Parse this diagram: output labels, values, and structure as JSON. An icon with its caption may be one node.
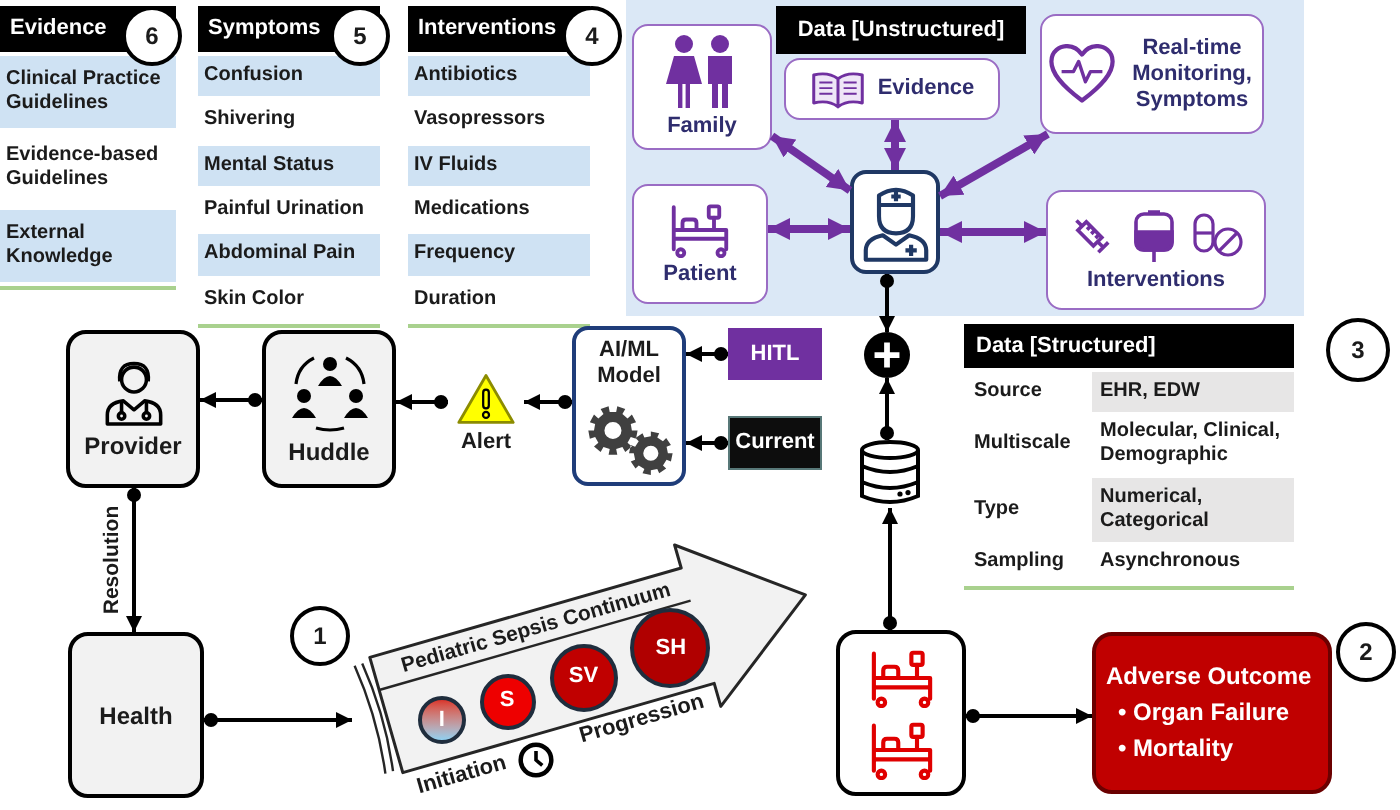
{
  "diagram": {
    "nodes": [
      {
        "text": [
          "Evidence",
          "6",
          "Clinical Practice Guidelines",
          "Evidence-based Guidelines",
          "External Knowledge"
        ]
      },
      {
        "text": [
          "Symptoms",
          "5",
          "Confusion",
          "Shivering",
          "Mental Status",
          "Painful Urination",
          "Abdominal Pain",
          "Skin Color"
        ]
      },
      {
        "text": [
          "Interventions",
          "4",
          "Antibiotics",
          "Vasopressors",
          "IV Fluids",
          "Medications",
          "Frequency",
          "Duration"
        ]
      },
      {
        "text": [
          "Data [Unstructured]"
        ]
      },
      {
        "text": [
          "Family"
        ],
        "in": 3
      },
      {
        "text": [
          "Evidence"
        ],
        "in": 3
      },
      {
        "text": [
          "Real-time Monitoring, Symptoms"
        ],
        "in": 3
      },
      {
        "text": [
          "Patient"
        ],
        "in": 3
      },
      {
        "text": [],
        "shape": "picture",
        "in": 3
      },
      {
        "text": [
          "Interventions"
        ],
        "in": 3
      },
      {
        "text": [
          "Provider"
        ]
      },
      {
        "text": [
          "Huddle"
        ]
      },
      {
        "text": [
          "Alert"
        ]
      },
      {
        "text": [
          "AI/ML Model"
        ]
      },
      {
        "text": [
          "HITL"
        ]
      },
      {
        "text": [],
        "shape": "circle"
      },
      {
        "text": [
          "Current"
        ]
      },
      {
        "text": [],
        "shape": "cylinder"
      },
      {
        "text": [
          "Data [Structured]",
          "Source",
          "EHR, EDW",
          "Multiscale",
          "Molecular, Clinical, Demographic",
          "Type",
          "Numerical, Categorical",
          "Sampling",
          "Asynchronous"
        ],
        "beside": [
          "3"
        ]
      },
      {
        "text": [
          "Health"
        ]
      },
      {
        "text": [
          "Pediatric Sepsis Continuum",
          "Initiation",
          "Progression"
        ],
        "beside": [
          "1"
        ]
      },
      {
        "text": [
          "I"
        ],
        "in": 20
      },
      {
        "text": [
          "S"
        ],
        "in": 20
      },
      {
        "text": [
          "SV"
        ],
        "in": 20
      },
      {
        "text": [
          "SH"
        ],
        "in": 20
      },
      {
        "text": [],
        "shape": "picture"
      },
      {
        "text": [
          "Adverse Outcome",
          "• Organ Failure",
          "• Mortality"
        ],
        "beside": [
          "2"
        ]
      }
    ],
    "edges": [
      {
        "from": 4,
        "to": 8,
        "arrow": "both",
        "style": "thick",
        "color": "#7030a0"
      },
      {
        "from": 5,
        "to": 8,
        "arrow": "both",
        "style": "thick",
        "color": "#7030a0"
      },
      {
        "from": 6,
        "to": 8,
        "arrow": "both",
        "style": "thick",
        "color": "#7030a0"
      },
      {
        "from": 7,
        "to": 8,
        "arrow": "both",
        "style": "thick",
        "color": "#7030a0"
      },
      {
        "from": 9,
        "to": 8,
        "arrow": "both",
        "style": "thick",
        "color": "#7030a0"
      },
      {
        "from": 8,
        "to": 15,
        "arrow": "to"
      },
      {
        "from": 17,
        "to": 15,
        "arrow": "to"
      },
      {
        "from": 14,
        "to": 13,
        "arrow": "to"
      },
      {
        "from": 16,
        "to": 13,
        "arrow": "to"
      },
      {
        "from": 13,
        "to": 12,
        "arrow": "to"
      },
      {
        "from": 12,
        "to": 11,
        "arrow": "to"
      },
      {
        "from": 11,
        "to": 10,
        "arrow": "to"
      },
      {
        "from": 10,
        "to": 19,
        "arrow": "to",
        "label": "Resolution"
      },
      {
        "from": 19,
        "to": 20,
        "arrow": "to"
      },
      {
        "from": 25,
        "to": 17,
        "arrow": "to"
      },
      {
        "from": 25,
        "to": 26,
        "arrow": "to"
      }
    ]
  }
}
